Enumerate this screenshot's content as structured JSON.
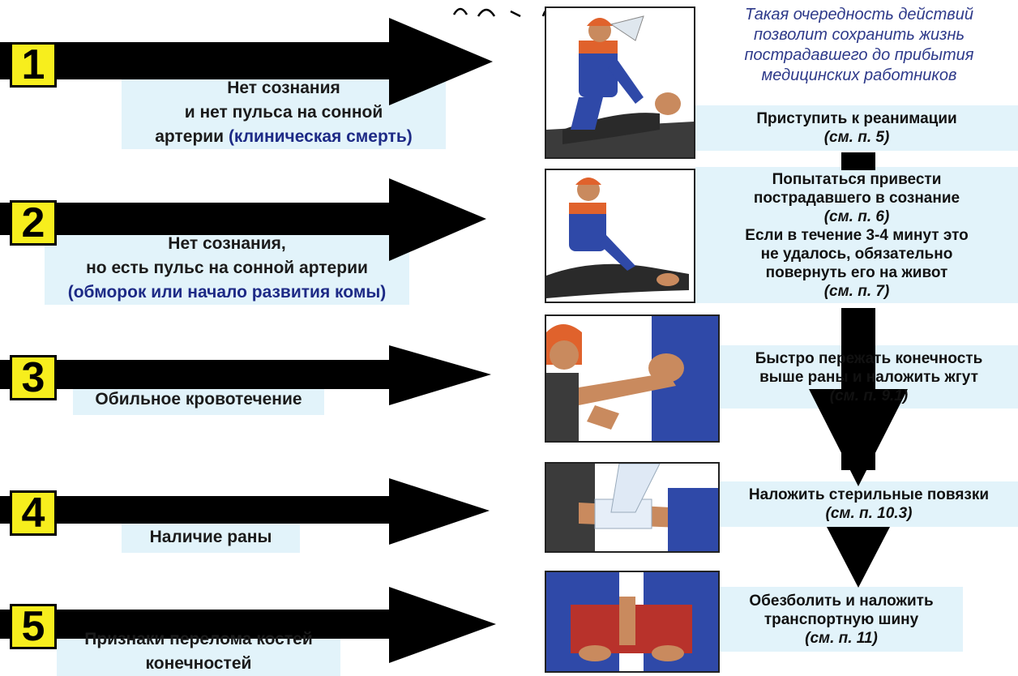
{
  "intro_text": [
    "Такая очередность действий",
    "позволит сохранить жизнь",
    "пострадавшего до прибытия",
    "медицинских работников"
  ],
  "colors": {
    "number_box": "#f7ee1d",
    "band": "#e2f3fa",
    "emphasis_text": "#1d2a86",
    "intro_text": "#2e3a8a",
    "arrow": "#000000"
  },
  "rows": [
    {
      "number": "1",
      "condition": [
        "Нет сознания",
        "и нет пульса на сонной"
      ],
      "condition_tail_plain": "артерии ",
      "condition_tail_blue": "(клиническая смерть)",
      "action": [
        "Приступить к реанимации"
      ],
      "action_ref": "(см. п. 5)",
      "illustration_icon": "cpr-illustration-icon"
    },
    {
      "number": "2",
      "condition": [
        "Нет сознания,",
        "но есть пульс на сонной артерии"
      ],
      "condition_blue": "(обморок или начало развития комы)",
      "action": [
        "Попытаться привести",
        "пострадавшего в сознание"
      ],
      "action_ref": "(см. п. 6)",
      "action_more": [
        "Если в течение 3-4 минут это",
        "не удалось, обязательно",
        "повернуть его на живот"
      ],
      "action_ref2": "(см. п. 7)",
      "illustration_icon": "recovery-illustration-icon"
    },
    {
      "number": "3",
      "condition": [
        "Обильное кровотечение"
      ],
      "action": [
        "Быстро пережать конечность",
        "выше раны и наложить жгут"
      ],
      "action_ref": "(см. п. 9.1)",
      "illustration_icon": "tourniquet-illustration-icon"
    },
    {
      "number": "4",
      "condition": [
        "Наличие раны"
      ],
      "action": [
        "Наложить стерильные повязки"
      ],
      "action_ref": "(см. п. 10.3)",
      "illustration_icon": "bandage-illustration-icon"
    },
    {
      "number": "5",
      "condition": [
        "Признаки перелома костей",
        "конечностей"
      ],
      "action": [
        "Обезболить и наложить",
        "транспортную шину"
      ],
      "action_ref": "(см. п. 11)",
      "illustration_icon": "splint-illustration-icon"
    }
  ]
}
